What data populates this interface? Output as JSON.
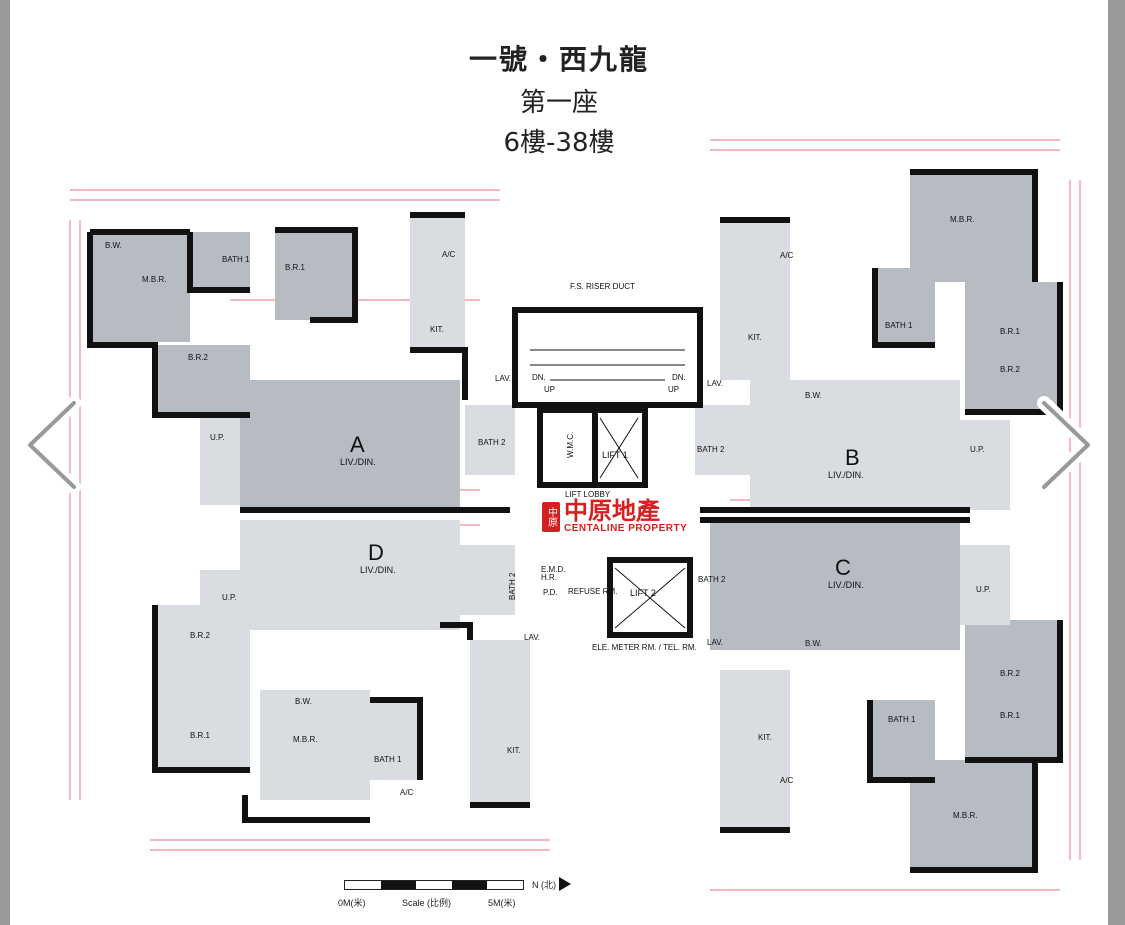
{
  "header": {
    "title": "一號・西九龍",
    "block": "第一座",
    "floors": "6樓-38樓"
  },
  "units": {
    "A": {
      "letter": "A",
      "living": "LIV./DIN.",
      "bedroom1": "B.R.1",
      "bedroom2": "B.R.2",
      "master": "M.B.R.",
      "bath1": "BATH 1",
      "bath2": "BATH 2",
      "kitchen": "KIT.",
      "bay": "B.W.",
      "up": "U.P.",
      "ac": "A/C",
      "lav": "LAV."
    },
    "B": {
      "letter": "B",
      "living": "LIV./DIN.",
      "bedroom1": "B.R.1",
      "bedroom2": "B.R.2",
      "master": "M.B.R.",
      "bath1": "BATH 1",
      "bath2": "BATH 2",
      "kitchen": "KIT.",
      "bay": "B.W.",
      "up": "U.P.",
      "ac": "A/C",
      "lav": "LAV."
    },
    "C": {
      "letter": "C",
      "living": "LIV./DIN.",
      "bedroom1": "B.R.1",
      "bedroom2": "B.R.2",
      "master": "M.B.R.",
      "bath1": "BATH 1",
      "bath2": "BATH 2",
      "kitchen": "KIT.",
      "bay": "B.W.",
      "up": "U.P.",
      "ac": "A/C",
      "lav": "LAV."
    },
    "D": {
      "letter": "D",
      "living": "LIV./DIN.",
      "bedroom1": "B.R.1",
      "bedroom2": "B.R.2",
      "master": "M.B.R.",
      "bath1": "BATH 1",
      "bath2": "BATH 2",
      "kitchen": "KIT.",
      "bay": "B.W.",
      "up": "U.P.",
      "ac": "A/C",
      "lav": "LAV."
    }
  },
  "core": {
    "riser": "F.S. RISER DUCT",
    "lift1": "LIFT 1",
    "lift2": "LIFT 2",
    "lobby": "LIFT LOBBY",
    "refuge": "REFUSE RM.",
    "meter": "ELE. METER RM. / TEL. RM.",
    "wmc": "W.M.C.",
    "emd": "E.M.D.",
    "hr": "H.R.",
    "pd": "P.D.",
    "dn": "DN.",
    "up": "UP"
  },
  "logo": {
    "cn": "中原地產",
    "en": "CENTALINE PROPERTY",
    "seal": "中原"
  },
  "scale": {
    "start": "0M(米)",
    "label": "Scale (比例)",
    "end": "5M(米)"
  },
  "north": "N (北)",
  "colors": {
    "dark_room": "#b7bcc3",
    "light_room": "#d9dde2",
    "wall": "#111111",
    "dimension": "#e0405a",
    "accent": "#d6201f"
  },
  "nav": {
    "prev_icon": "chevron-left-icon",
    "next_icon": "chevron-right-icon"
  }
}
